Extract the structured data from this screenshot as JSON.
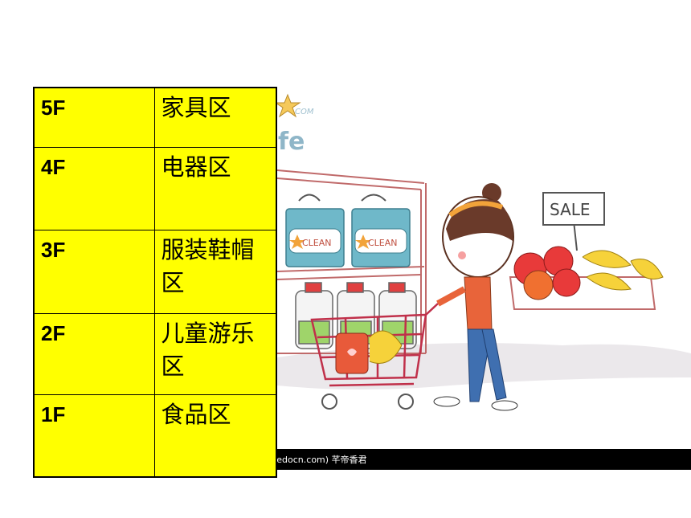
{
  "floors": [
    {
      "floor": "5F",
      "area": "家具区"
    },
    {
      "floor": "4F",
      "area": "电器区"
    },
    {
      "floor": "3F",
      "area": "服装鞋帽区"
    },
    {
      "floor": "2F",
      "area": "儿童游乐区"
    },
    {
      "floor": "1F",
      "area": "食品区"
    }
  ],
  "illustration": {
    "sign_text": "SALE",
    "bag_text": "CLEAN",
    "logo_text": "fe",
    "logo_small_text": "COM"
  },
  "caption": "redocn.com)   芊帝香君",
  "colors": {
    "table_bg": "#ffff00",
    "border": "#000000",
    "caption_bar": "#000000"
  }
}
